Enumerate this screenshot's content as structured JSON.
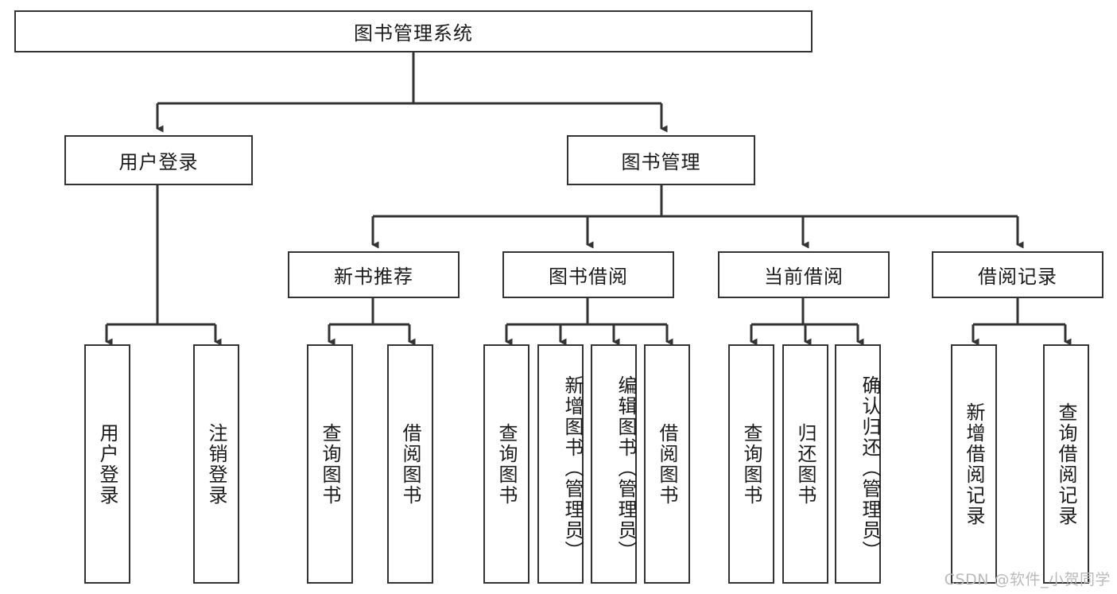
{
  "diagram": {
    "title": "图书管理系统",
    "type": "hierarchical-tree",
    "root": {
      "id": "root",
      "label": "图书管理系统"
    },
    "level2": [
      {
        "id": "user-login",
        "label": "用户登录"
      },
      {
        "id": "book-manage",
        "label": "图书管理"
      }
    ],
    "level3": [
      {
        "id": "new-book-rec",
        "label": "新书推荐"
      },
      {
        "id": "book-borrow",
        "label": "图书借阅"
      },
      {
        "id": "current-borrow",
        "label": "当前借阅"
      },
      {
        "id": "borrow-record",
        "label": "借阅记录"
      }
    ],
    "leaves": {
      "user_login": [
        {
          "id": "leaf-user-login",
          "label": "用户登录"
        },
        {
          "id": "leaf-logout",
          "label": "注销登录"
        }
      ],
      "new_book_rec": [
        {
          "id": "leaf-query-book-1",
          "label": "查询图书"
        },
        {
          "id": "leaf-borrow-book-1",
          "label": "借阅图书"
        }
      ],
      "book_borrow": [
        {
          "id": "leaf-query-book-2",
          "label": "查询图书"
        },
        {
          "id": "leaf-add-book",
          "label": "新增图书（管理员）"
        },
        {
          "id": "leaf-edit-book",
          "label": "编辑图书（管理员）"
        },
        {
          "id": "leaf-borrow-book-2",
          "label": "借阅图书"
        }
      ],
      "current_borrow": [
        {
          "id": "leaf-query-book-3",
          "label": "查询图书"
        },
        {
          "id": "leaf-return-book",
          "label": "归还图书"
        },
        {
          "id": "leaf-confirm-return",
          "label": "确认归还（管理员）"
        }
      ],
      "borrow_record": [
        {
          "id": "leaf-add-record",
          "label": "新增借阅记录"
        },
        {
          "id": "leaf-query-record",
          "label": "查询借阅记录"
        }
      ]
    }
  },
  "watermark": {
    "text": "CSDN @软件_小贺同学"
  },
  "colors": {
    "stroke": "#333333",
    "background": "#ffffff",
    "text": "#1a1a1a",
    "watermark": "#b9b9b9"
  }
}
